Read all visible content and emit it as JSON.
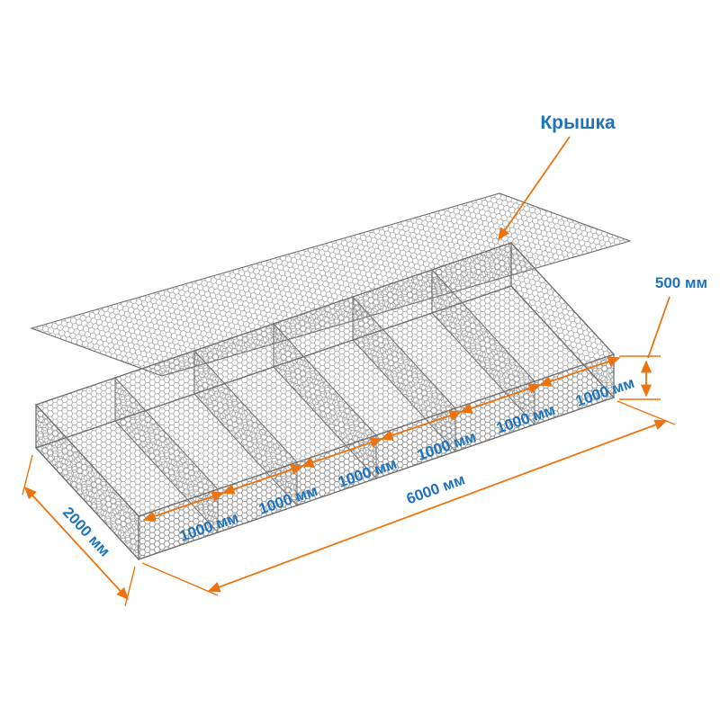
{
  "diagram": {
    "lid_label": "Крышка",
    "height_label": "500 мм",
    "width_label": "2000 мм",
    "length_label": "6000 мм",
    "cell_labels": [
      "1000 мм",
      "1000 мм",
      "1000 мм",
      "1000 мм",
      "1000 мм",
      "1000 мм"
    ]
  },
  "colors": {
    "dimension": "#ee720d",
    "label": "#1e73be",
    "mesh": "#8c8c8c",
    "edge": "#6f6f6f",
    "background": "#ffffff"
  }
}
